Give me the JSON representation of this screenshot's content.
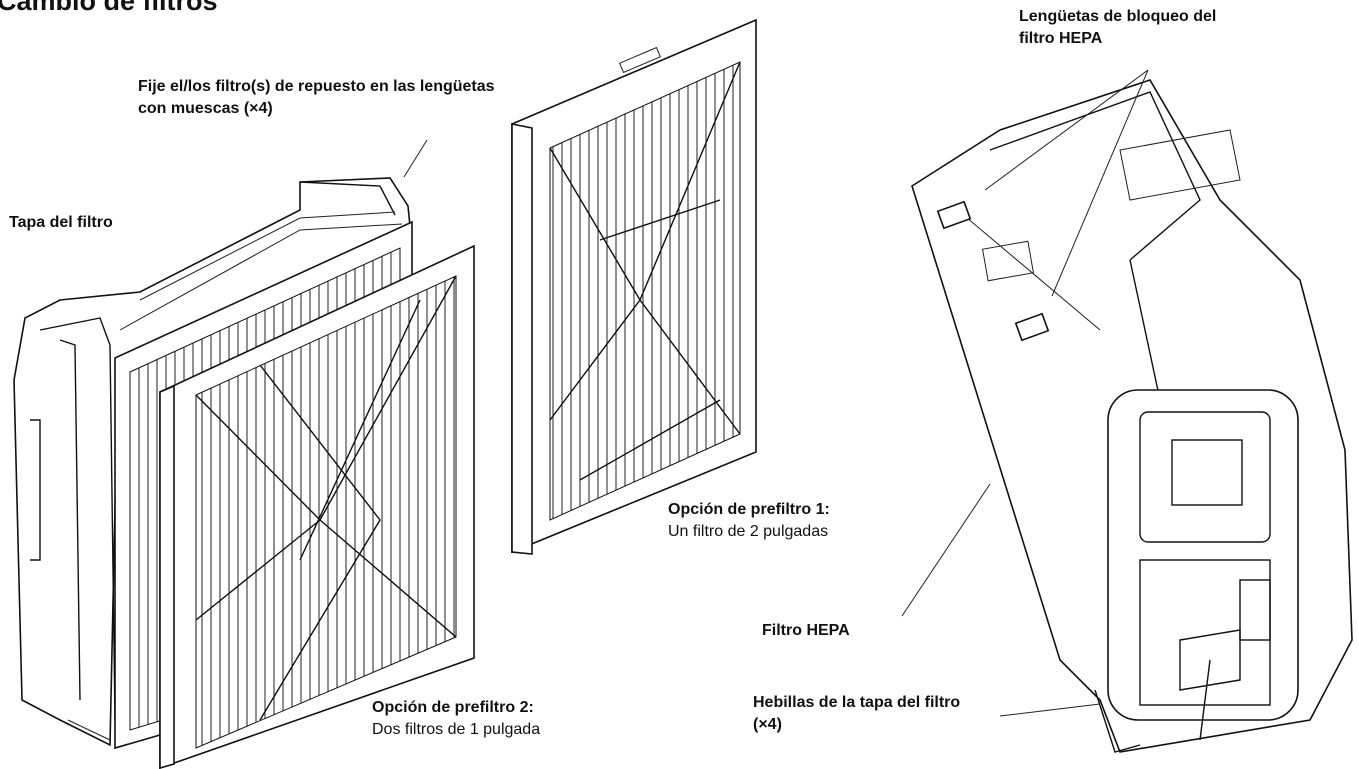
{
  "title": "Cambio de filtros",
  "labels": {
    "notch_tabs": "Fije el/los filtro(s) de repuesto en las lengüetas con muescas (×4)",
    "filter_cover": "Tapa del filtro",
    "hepa_locks": "Lengüetas de bloqueo del filtro HEPA",
    "option1_title": "Opción de prefiltro 1:",
    "option1_desc": "Un filtro de 2 pulgadas",
    "option2_title": "Opción de prefiltro 2:",
    "option2_desc": "Dos filtros de 1 pulgada",
    "hepa_filter": "Filtro HEPA",
    "cover_buckles": "Hebillas de la tapa del filtro (×4)"
  }
}
